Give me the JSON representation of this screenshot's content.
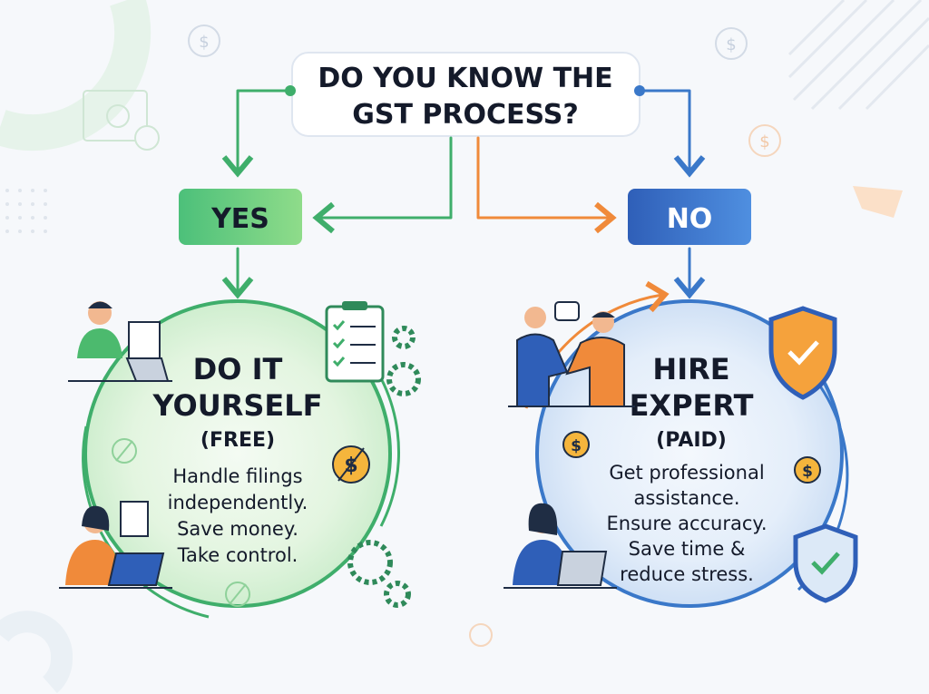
{
  "question": {
    "line1": "DO YOU KNOW THE",
    "line2": "GST PROCESS?"
  },
  "yes": {
    "label": "YES"
  },
  "no": {
    "label": "NO"
  },
  "left": {
    "title1": "DO IT",
    "title2": "YOURSELF",
    "subtitle": "(FREE)",
    "lines": [
      "Handle filings",
      "independently.",
      "Save money.",
      "Take control."
    ]
  },
  "right": {
    "title1": "HIRE",
    "title2": "EXPERT",
    "subtitle": "(PAID)",
    "lines": [
      "Get professional",
      "assistance.",
      "Ensure accuracy.",
      "Save time &",
      "reduce stress."
    ]
  },
  "colors": {
    "green": "#3fae6b",
    "blue": "#3a78c9",
    "orange": "#f08a3a",
    "text": "#141a2a"
  }
}
